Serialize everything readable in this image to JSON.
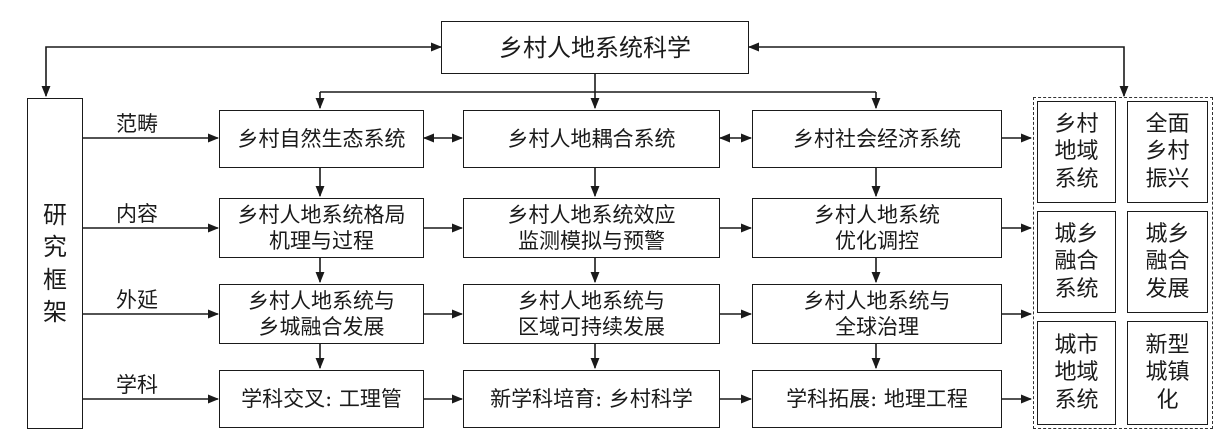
{
  "title": "乡村人地系统科学",
  "framework_label": "研\n究\n框\n架",
  "row_labels": [
    "范畴",
    "内容",
    "外延",
    "学科"
  ],
  "grid": [
    [
      "乡村自然生态系统",
      "乡村人地耦合系统",
      "乡村社会经济系统"
    ],
    [
      "乡村人地系统格局\n机理与过程",
      "乡村人地系统效应\n监测模拟与预警",
      "乡村人地系统\n优化调控"
    ],
    [
      "乡村人地系统与\n乡城融合发展",
      "乡村人地系统与\n区域可持续发展",
      "乡村人地系统与\n全球治理"
    ],
    [
      "学科交叉: 工理管",
      "新学科培育: 乡村科学",
      "学科拓展: 地理工程"
    ]
  ],
  "right_panel": [
    [
      "乡村\n地域\n系统",
      "全面\n乡村\n振兴"
    ],
    [
      "城乡\n融合\n系统",
      "城乡\n融合\n发展"
    ],
    [
      "城市\n地域\n系统",
      "新型\n城镇\n化"
    ]
  ]
}
